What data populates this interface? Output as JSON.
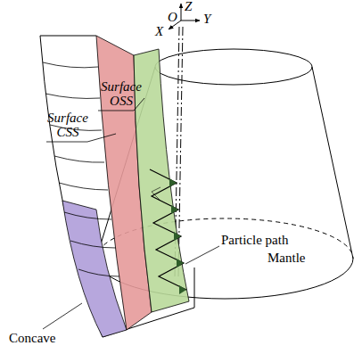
{
  "diagram": {
    "labels": [
      "Z",
      "O",
      "Y",
      "X",
      "Surface OSS",
      "Surface CSS",
      "Mantle",
      "Particle path",
      "Concave"
    ]
  }
}
